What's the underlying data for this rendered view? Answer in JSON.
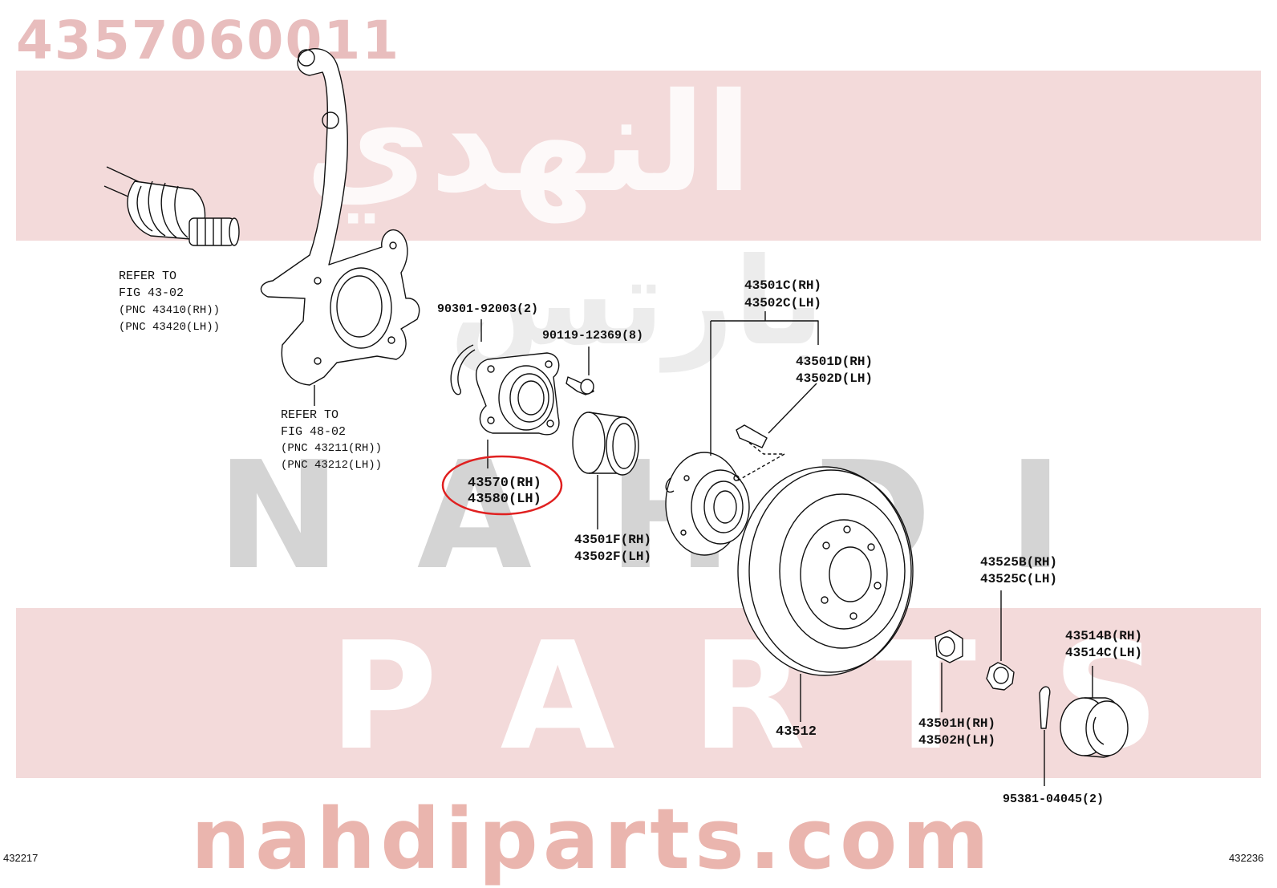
{
  "watermarks": {
    "part_number": "4357060011",
    "arabic_top": "النهدي",
    "arabic_mid": "بارتس",
    "brand_gray": "NAHDI",
    "brand_white": "PARTS",
    "url": "nahdiparts.com"
  },
  "labels": {
    "refer_axle": [
      "REFER TO",
      "FIG 43-02",
      "(PNC 43410(RH))",
      "(PNC 43420(LH))"
    ],
    "refer_knuckle": [
      "REFER TO",
      "FIG 48-02",
      "(PNC 43211(RH))",
      "(PNC 43212(LH))"
    ],
    "snap_ring": "90301-92003(2)",
    "bolt": "90119-12369(8)",
    "hub_bearing": [
      "43570(RH)",
      "43580(LH)"
    ],
    "dust_deflector": [
      "43501F(RH)",
      "43502F(LH)"
    ],
    "hub": [
      "43501C(RH)",
      "43502C(LH)"
    ],
    "hub_bolt": [
      "43501D(RH)",
      "43502D(LH)"
    ],
    "disc": "43512",
    "lock_cap": [
      "43525B(RH)",
      "43525C(LH)"
    ],
    "grease_cap": [
      "43514B(RH)",
      "43514C(LH)"
    ],
    "hub_nut": [
      "43501H(RH)",
      "43502H(LH)"
    ],
    "cotter_pin": "95381-04045(2)"
  },
  "footer": {
    "left_code": "432217",
    "right_code": "432236"
  },
  "colors": {
    "highlight": "#e02020",
    "band": "#f3dada",
    "watermark": "#e8bdbd"
  }
}
